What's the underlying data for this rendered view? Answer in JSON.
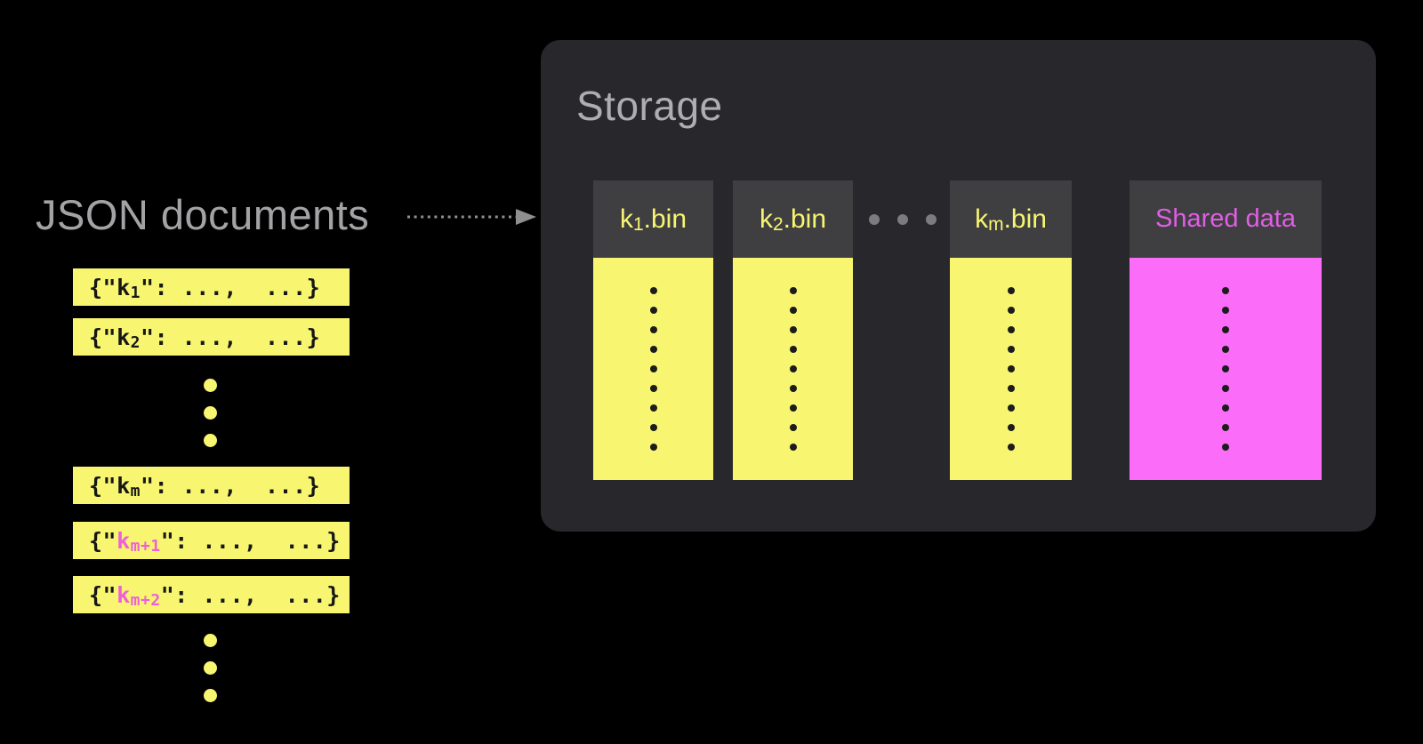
{
  "colors": {
    "background": "#000000",
    "panel": "#28282c",
    "header_box": "#3f3f42",
    "yellow": "#f8f670",
    "magenta": "#fb6cf9",
    "pink_text": "#ee5fd9",
    "shared_header_text": "#e05ee3",
    "gray_text": "#a3a3a6",
    "storage_title": "#aeaeb2",
    "arrow": "#8f8f8f",
    "ellipsis_dots": "#7c7c80",
    "column_dots": "#1c1c1c",
    "bar_text": "#161616"
  },
  "documents": {
    "title": "JSON documents",
    "bar_open": "{\"",
    "bar_key": "k",
    "bar_close": "\": ...,  ...}",
    "bars": [
      {
        "sub": "1",
        "highlighted": false
      },
      {
        "sub": "2",
        "highlighted": false
      },
      {
        "sub": "m",
        "highlighted": false
      },
      {
        "sub": "m+1",
        "highlighted": true
      },
      {
        "sub": "m+2",
        "highlighted": true
      }
    ],
    "gap_dot_count": 3
  },
  "arrow": {
    "icon": "dotted-arrow-right"
  },
  "storage": {
    "title": "Storage",
    "columns": [
      {
        "type": "bin",
        "header_key": "k",
        "header_sub": "1",
        "header_suffix": ".bin"
      },
      {
        "type": "bin",
        "header_key": "k",
        "header_sub": "2",
        "header_suffix": ".bin"
      },
      {
        "type": "bin",
        "header_key": "k",
        "header_sub": "m",
        "header_suffix": ".bin"
      },
      {
        "type": "shared",
        "header_label": "Shared data"
      }
    ],
    "column_dot_count": 9,
    "ellipsis_dot_count": 3
  }
}
